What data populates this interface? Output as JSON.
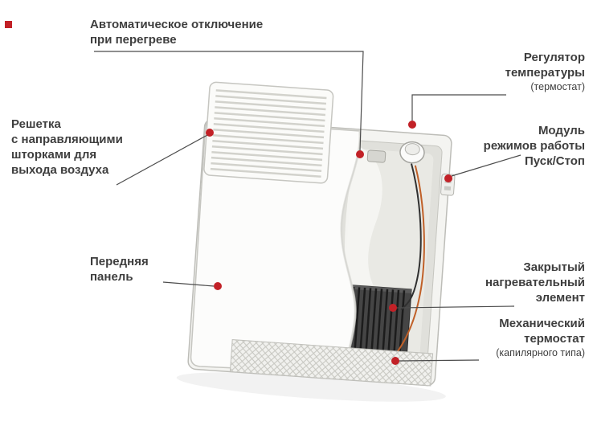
{
  "colors": {
    "marker": "#c22127",
    "line": "#4c4c4c",
    "text": "#3e3e3e",
    "wire-orange": "#c06028",
    "wire-dark": "#303030"
  },
  "labels": {
    "auto_off": [
      "Автоматическое отключение",
      "при перегреве"
    ],
    "regulator": [
      "Регулятор",
      "температуры",
      "(термостат)"
    ],
    "grille": [
      "Решетка",
      "с направляющими",
      "шторками для",
      "выхода воздуха"
    ],
    "module": [
      "Модуль",
      "режимов работы",
      "Пуск/Стоп"
    ],
    "front_panel": [
      "Передняя",
      "панель"
    ],
    "heating_element": [
      "Закрытый",
      "нагревательный",
      "элемент"
    ],
    "mech_thermostat": [
      "Механический",
      "термостат",
      "(капилярного типа)"
    ]
  }
}
